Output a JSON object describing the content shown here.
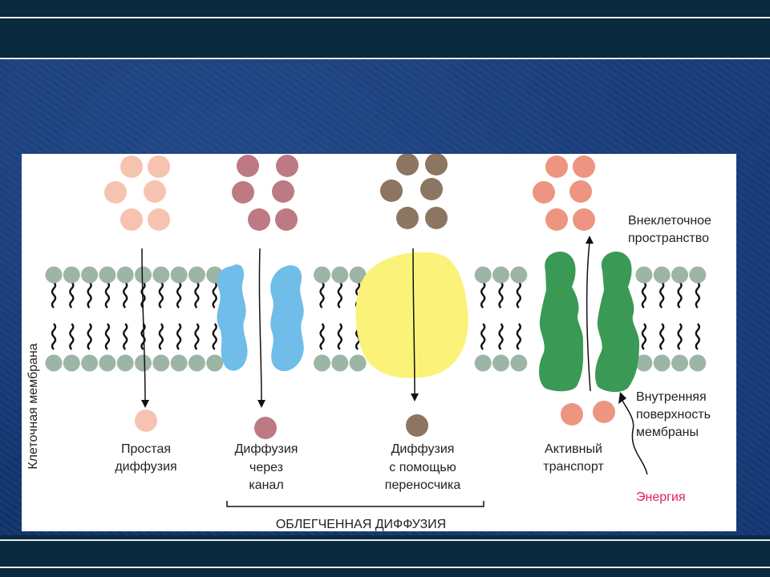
{
  "diagram": {
    "vertical_label": "Клеточная мембрана",
    "extracellular": {
      "line1": "Внеклеточное",
      "line2": "пространство"
    },
    "inner_surface": {
      "line1": "Внутренняя",
      "line2": "поверхность",
      "line3": "мембраны"
    },
    "energy": "Энергия",
    "simple": {
      "line1": "Простая",
      "line2": "диффузия"
    },
    "channel": {
      "line1": "Диффузия",
      "line2": "через",
      "line3": "канал"
    },
    "carrier": {
      "line1": "Диффузия",
      "line2": "с помощью",
      "line3": "переносчика"
    },
    "active": {
      "line1": "Активный",
      "line2": "транспорт"
    },
    "facilitated": "ОБЛЕГЧЕННАЯ ДИФФУЗИЯ"
  },
  "colors": {
    "simple_molecule": "#f7c3b1",
    "channel_molecule": "#bd7a83",
    "carrier_molecule": "#8c7561",
    "active_molecule": "#ed9580",
    "channel_protein": "#6fbde8",
    "carrier_protein": "#fbf27a",
    "pump_protein": "#3a9a55",
    "lipid_head": "#9db5a5",
    "energy_text": "#e0205a"
  }
}
